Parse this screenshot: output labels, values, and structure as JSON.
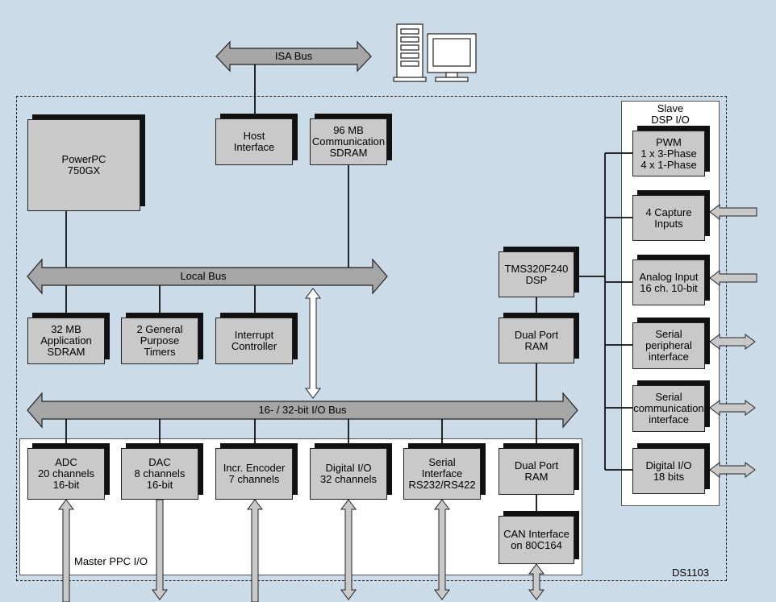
{
  "diagram": {
    "board_label": "DS1103",
    "buses": {
      "isa": "ISA Bus",
      "local": "Local Bus",
      "io": "16- / 32-bit I/O Bus"
    },
    "blocks": {
      "powerpc": "PowerPC\n750GX",
      "host_interface": "Host\nInterface",
      "comm_sdram": "96 MB\nCommunication\nSDRAM",
      "app_sdram": "32 MB\nApplication\nSDRAM",
      "timers": "2 General\nPurpose\nTimers",
      "interrupt": "Interrupt\nController",
      "dsp": "TMS320F240\nDSP",
      "dual_port_ram_dsp": "Dual Port\nRAM",
      "adc": "ADC\n20 channels\n16-bit",
      "dac": "DAC\n8 channels\n16-bit",
      "encoder": "Incr. Encoder\n7 channels",
      "digital_io": "Digital I/O\n32 channels",
      "serial": "Serial\nInterface\nRS232/RS422",
      "dual_port_ram_can": "Dual Port\nRAM",
      "can": "CAN Interface\non 80C164"
    },
    "master_io_label": "Master PPC I/O",
    "slave_io_label": "Slave\nDSP I/O",
    "slave_blocks": {
      "pwm": "PWM\n1 x 3-Phase\n4 x 1-Phase",
      "capture": "4 Capture\nInputs",
      "analog_input": "Analog Input\n16 ch. 10-bit",
      "spi": "Serial\nperipheral\ninterface",
      "sci": "Serial\ncommunication\ninterface",
      "slave_digital_io": "Digital I/O\n18 bits"
    },
    "colors": {
      "background": "#ccdbe8",
      "block_fill": "#c9c9c9",
      "block_shadow": "#111111",
      "bus_fill": "#a6a6a6",
      "panel_fill": "#ffffff"
    },
    "icons": [
      "pc-tower-icon",
      "monitor-icon"
    ]
  }
}
